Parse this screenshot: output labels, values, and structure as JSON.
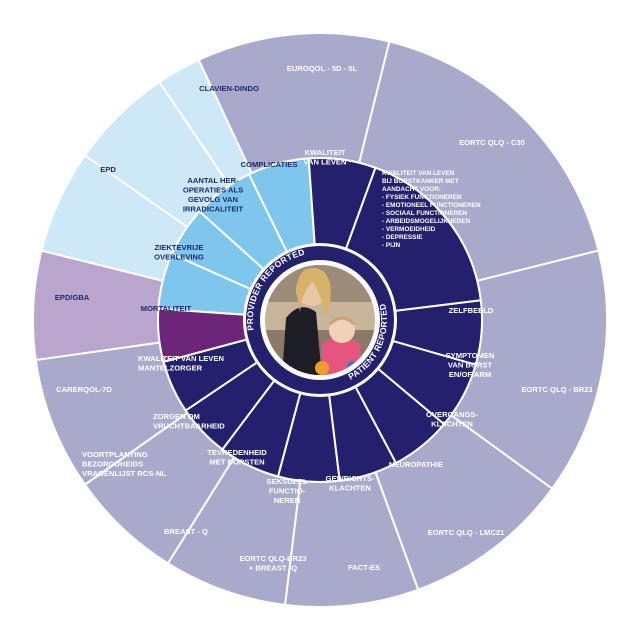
{
  "colors": {
    "background": "#ffffff",
    "separator": "#ffffff",
    "provider_inner": "#7ec6ec",
    "provider_outer": "#cde8f7",
    "patient_inner": "#23206e",
    "patient_outer": "#a9a9cc",
    "caregiver_inner": "#6c2579",
    "caregiver_outer": "#b9a5cd",
    "other_inner": "#23206e",
    "other_outer": "#a9a9cc",
    "dark_text": "#1d2a6c",
    "light_text": "#ffffff",
    "photo_ring": "#23206e",
    "photo_bg": "#c9b59c"
  },
  "center": {
    "provider_label": "PROVIDER REPORTED",
    "patient_label": "PATIENT REPORTED",
    "photo_icon": "mother-and-baby-photo"
  },
  "inner_segments": [
    {
      "id": "complicaties",
      "lines": [
        "COMPLICATIES"
      ],
      "group": "provider"
    },
    {
      "id": "aantal-heroperaties",
      "lines": [
        "AANTAL HER-",
        "OPERATIES ALS",
        "GEVOLG VAN",
        "IRRADICALITEIT"
      ],
      "group": "provider"
    },
    {
      "id": "ziektevrije-overleving",
      "lines": [
        "ZIEKTEVRIJE",
        "OVERLEVING"
      ],
      "group": "provider"
    },
    {
      "id": "mortaliteit",
      "lines": [
        "MORTALITEIT"
      ],
      "group": "provider"
    },
    {
      "id": "kwaliteit-mantelzorger",
      "lines": [
        "KWALITEIT VAN LEVEN",
        "MANTELZORGER"
      ],
      "group": "caregiver"
    },
    {
      "id": "zorgen-vruchtbaarheid",
      "lines": [
        "ZORGEN OM",
        "VRUCHTBAARHEID"
      ],
      "group": "other"
    },
    {
      "id": "tevredenheid-borsten",
      "lines": [
        "TEVREDENHEID",
        "MET BORSTEN"
      ],
      "group": "other"
    },
    {
      "id": "seksueel-functioneren",
      "lines": [
        "SEKSUEEL",
        "FUNCTIO-",
        "NEREN"
      ],
      "group": "other"
    },
    {
      "id": "gewrichtsklachten",
      "lines": [
        "GEWRICHTS-",
        "KLACHTEN"
      ],
      "group": "other"
    },
    {
      "id": "neuropathie",
      "lines": [
        "NEUROPATHIE"
      ],
      "group": "other"
    },
    {
      "id": "overgangsklachten",
      "lines": [
        "OVERGANGS-",
        "KLACHTEN"
      ],
      "group": "patient"
    },
    {
      "id": "symptomen-borst-arm",
      "lines": [
        "SYMPTOMEN",
        "VAN BORST",
        "EN/OF ARM"
      ],
      "group": "patient"
    },
    {
      "id": "zelfbeeld",
      "lines": [
        "ZELFBEELD"
      ],
      "group": "patient"
    },
    {
      "id": "kwaliteit-borstkanker",
      "lines": [
        "KWALITEIT VAN LEVEN",
        "BIJ BORSTKANKER MET",
        "AANDACHT VOOR:",
        "- FYSIEK FUNCTIONEREN",
        "- EMOTIONEEL FUNCTIONEREN",
        "- SOCIAAL FUNCTIONEREN",
        "- ARBEIDSMOGELIJKHEDEN",
        "- VERMOEIDHEID",
        "- DEPRESSIE",
        "- PIJN"
      ],
      "group": "patient"
    },
    {
      "id": "kwaliteit-van-leven",
      "lines": [
        "KWALITEIT",
        "VAN LEVEN"
      ],
      "group": "patient"
    }
  ],
  "outer_segments": [
    {
      "id": "euroqol",
      "lines": [
        "EUROQOL - 5D - 5L"
      ],
      "group": "patient"
    },
    {
      "id": "eortc-c30",
      "lines": [
        "EORTC QLQ - C30"
      ],
      "group": "patient"
    },
    {
      "id": "eortc-br23",
      "lines": [
        "EORTC QLQ - BR23"
      ],
      "group": "patient"
    },
    {
      "id": "eortc-lmc21",
      "lines": [
        "EORTC QLQ - LMC21"
      ],
      "group": "patient"
    },
    {
      "id": "fact-es",
      "lines": [
        "FACT-ES"
      ],
      "group": "patient"
    },
    {
      "id": "eortc-br23-breast-q",
      "lines": [
        "EORTC QLQ-BR23",
        "+ BREAST -Q"
      ],
      "group": "patient"
    },
    {
      "id": "breast-q",
      "lines": [
        "BREAST - Q"
      ],
      "group": "patient"
    },
    {
      "id": "voortplanting",
      "lines": [
        "VOORTPLANTING",
        "BEZORGDHEIDS",
        "VRAGENLIJST RCS-NL"
      ],
      "group": "patient"
    },
    {
      "id": "carerqol",
      "lines": [
        "CARERQOL-7D"
      ],
      "group": "caregiver"
    },
    {
      "id": "epd-gba",
      "lines": [
        "EPD/GBA"
      ],
      "group": "provider"
    },
    {
      "id": "epd",
      "lines": [
        "EPD"
      ],
      "group": "provider"
    },
    {
      "id": "clavien-dindo",
      "lines": [
        "CLAVIEN-DINDO"
      ],
      "group": "provider"
    }
  ]
}
